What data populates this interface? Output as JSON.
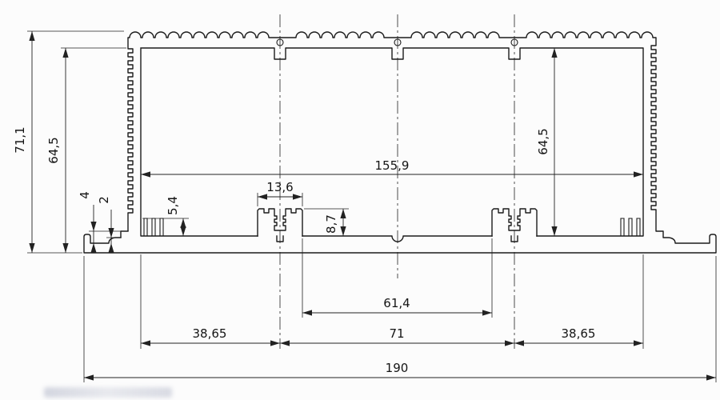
{
  "drawing": {
    "dimensions": {
      "overall_height": "71,1",
      "left_inner_height": "64,5",
      "right_inner_height": "64,5",
      "inner_width": "155,9",
      "screw_boss_width": "13,6",
      "rib_height": "5,4",
      "foot_step_large": "4",
      "foot_step_small": "2",
      "screw_boss_height": "8,7",
      "boss_inner_spacing": "61,4",
      "boss_center_spacing": "71",
      "left_base_span": "38,65",
      "right_base_span": "38,65",
      "overall_width": "190"
    },
    "colors": {
      "line": "#1b1b1b",
      "dimension": "#222222",
      "background": "#fcfcfc"
    }
  }
}
